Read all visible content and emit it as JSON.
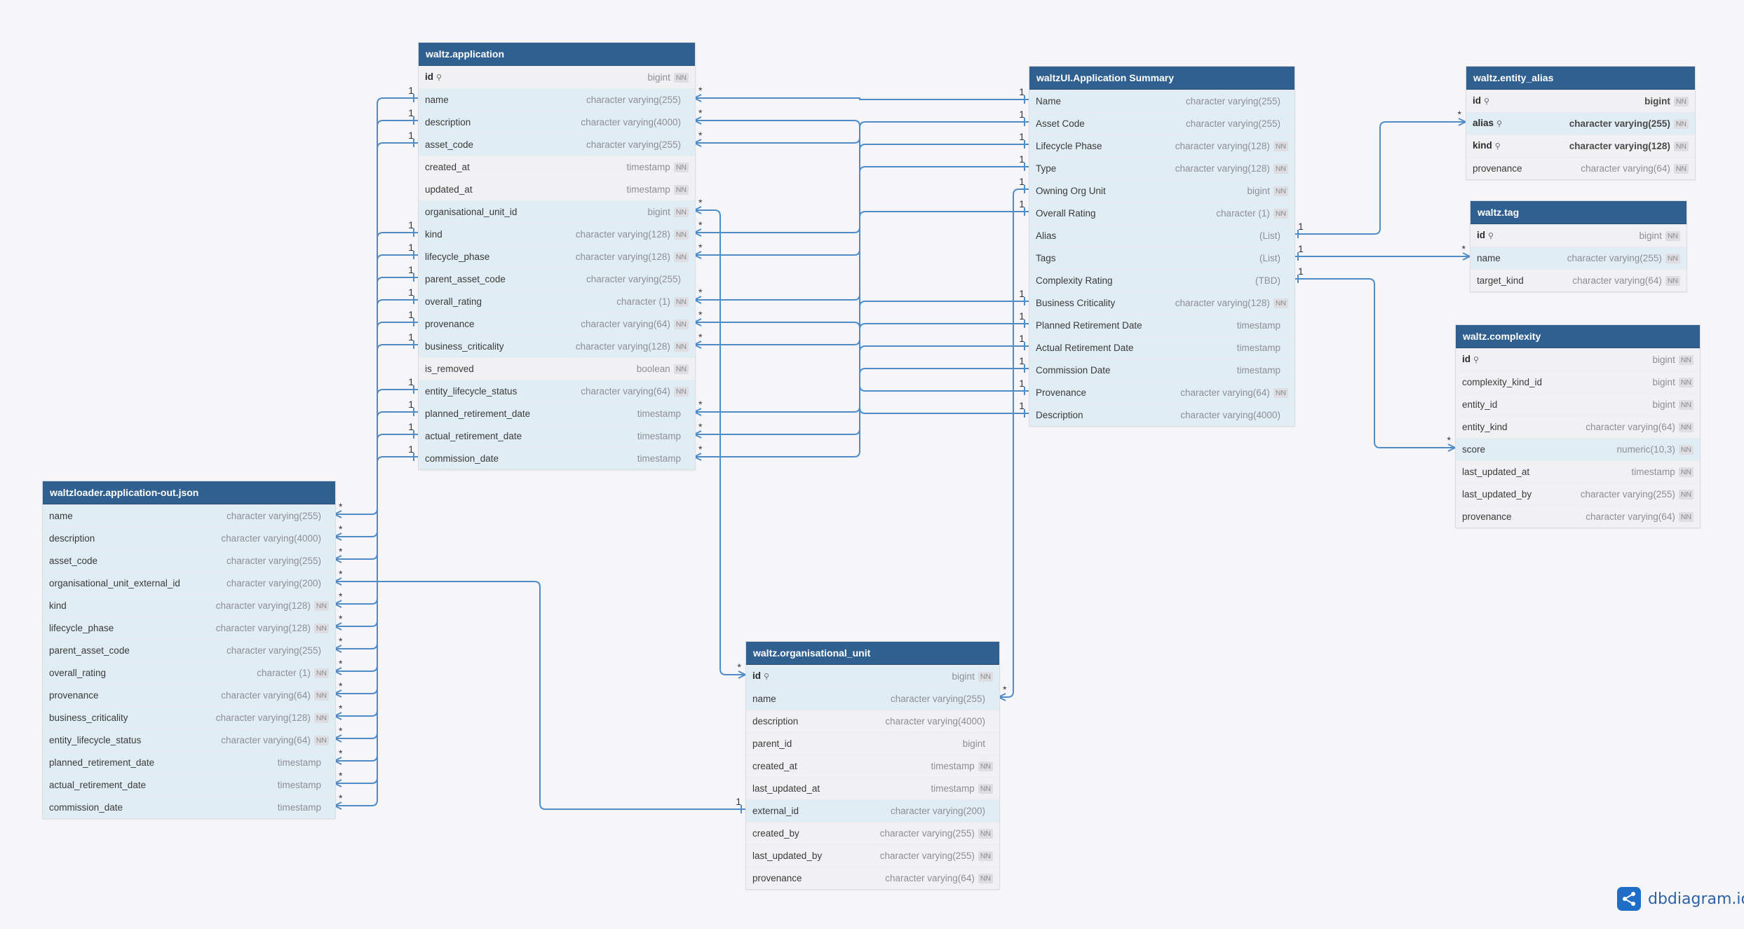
{
  "tables": [
    {
      "title": "waltz.application",
      "fields": [
        {
          "name": "id",
          "type": "bigint",
          "nn": true,
          "pk": true
        },
        {
          "name": "name",
          "type": "character varying(255)",
          "nn": false,
          "linked": true
        },
        {
          "name": "description",
          "type": "character varying(4000)",
          "nn": false,
          "linked": true
        },
        {
          "name": "asset_code",
          "type": "character varying(255)",
          "nn": false,
          "linked": true
        },
        {
          "name": "created_at",
          "type": "timestamp",
          "nn": true
        },
        {
          "name": "updated_at",
          "type": "timestamp",
          "nn": true
        },
        {
          "name": "organisational_unit_id",
          "type": "bigint",
          "nn": true,
          "linked": true
        },
        {
          "name": "kind",
          "type": "character varying(128)",
          "nn": true,
          "linked": true
        },
        {
          "name": "lifecycle_phase",
          "type": "character varying(128)",
          "nn": true,
          "linked": true
        },
        {
          "name": "parent_asset_code",
          "type": "character varying(255)",
          "nn": false,
          "linked": true
        },
        {
          "name": "overall_rating",
          "type": "character (1)",
          "nn": true,
          "linked": true
        },
        {
          "name": "provenance",
          "type": "character varying(64)",
          "nn": true,
          "linked": true
        },
        {
          "name": "business_criticality",
          "type": "character varying(128)",
          "nn": true,
          "linked": true
        },
        {
          "name": "is_removed",
          "type": "boolean",
          "nn": true
        },
        {
          "name": "entity_lifecycle_status",
          "type": "character varying(64)",
          "nn": true,
          "linked": true
        },
        {
          "name": "planned_retirement_date",
          "type": "timestamp",
          "nn": false,
          "linked": true
        },
        {
          "name": "actual_retirement_date",
          "type": "timestamp",
          "nn": false,
          "linked": true
        },
        {
          "name": "commission_date",
          "type": "timestamp",
          "nn": false,
          "linked": true
        }
      ]
    },
    {
      "title": "waltzUI.Application Summary",
      "fields": [
        {
          "name": "Name",
          "type": "character varying(255)",
          "nn": false,
          "linked": true
        },
        {
          "name": "Asset Code",
          "type": "character varying(255)",
          "nn": false,
          "linked": true
        },
        {
          "name": "Lifecycle Phase",
          "type": "character varying(128)",
          "nn": true,
          "linked": true
        },
        {
          "name": "Type",
          "type": "character varying(128)",
          "nn": true,
          "linked": true
        },
        {
          "name": "Owning Org Unit",
          "type": "bigint",
          "nn": true,
          "linked": true
        },
        {
          "name": "Overall Rating",
          "type": "character (1)",
          "nn": true,
          "linked": true
        },
        {
          "name": "Alias",
          "type": "(List)",
          "nn": false,
          "linked": true
        },
        {
          "name": "Tags",
          "type": "(List)",
          "nn": false,
          "linked": true
        },
        {
          "name": "Complexity Rating",
          "type": "(TBD)",
          "nn": false,
          "linked": true
        },
        {
          "name": "Business Criticality",
          "type": "character varying(128)",
          "nn": true,
          "linked": true
        },
        {
          "name": "Planned Retirement Date",
          "type": "timestamp",
          "nn": false,
          "linked": true
        },
        {
          "name": "Actual Retirement Date",
          "type": "timestamp",
          "nn": false,
          "linked": true
        },
        {
          "name": "Commission Date",
          "type": "timestamp",
          "nn": false,
          "linked": true
        },
        {
          "name": "Provenance",
          "type": "character varying(64)",
          "nn": true,
          "linked": true
        },
        {
          "name": "Description",
          "type": "character varying(4000)",
          "nn": false,
          "linked": true
        }
      ]
    },
    {
      "title": "waltz.entity_alias",
      "fields": [
        {
          "name": "id",
          "type": "bigint",
          "nn": true,
          "pk": true
        },
        {
          "name": "alias",
          "type": "character varying(255)",
          "nn": true,
          "pk": true,
          "linked": true
        },
        {
          "name": "kind",
          "type": "character varying(128)",
          "nn": true,
          "pk": true
        },
        {
          "name": "provenance",
          "type": "character varying(64)",
          "nn": true
        }
      ]
    },
    {
      "title": "waltz.tag",
      "fields": [
        {
          "name": "id",
          "type": "bigint",
          "nn": true,
          "pk": true
        },
        {
          "name": "name",
          "type": "character varying(255)",
          "nn": true,
          "linked": true
        },
        {
          "name": "target_kind",
          "type": "character varying(64)",
          "nn": true
        }
      ]
    },
    {
      "title": "waltz.complexity",
      "fields": [
        {
          "name": "id",
          "type": "bigint",
          "nn": true,
          "pk": true
        },
        {
          "name": "complexity_kind_id",
          "type": "bigint",
          "nn": true
        },
        {
          "name": "entity_id",
          "type": "bigint",
          "nn": true
        },
        {
          "name": "entity_kind",
          "type": "character varying(64)",
          "nn": true
        },
        {
          "name": "score",
          "type": "numeric(10,3)",
          "nn": true,
          "linked": true
        },
        {
          "name": "last_updated_at",
          "type": "timestamp",
          "nn": true
        },
        {
          "name": "last_updated_by",
          "type": "character varying(255)",
          "nn": true
        },
        {
          "name": "provenance",
          "type": "character varying(64)",
          "nn": true
        }
      ]
    },
    {
      "title": "waltzloader.application-out.json",
      "fields": [
        {
          "name": "name",
          "type": "character varying(255)",
          "nn": false,
          "linked": true
        },
        {
          "name": "description",
          "type": "character varying(4000)",
          "nn": false,
          "linked": true
        },
        {
          "name": "asset_code",
          "type": "character varying(255)",
          "nn": false,
          "linked": true
        },
        {
          "name": "organisational_unit_external_id",
          "type": "character varying(200)",
          "nn": false,
          "linked": true
        },
        {
          "name": "kind",
          "type": "character varying(128)",
          "nn": true,
          "linked": true
        },
        {
          "name": "lifecycle_phase",
          "type": "character varying(128)",
          "nn": true,
          "linked": true
        },
        {
          "name": "parent_asset_code",
          "type": "character varying(255)",
          "nn": false,
          "linked": true
        },
        {
          "name": "overall_rating",
          "type": "character (1)",
          "nn": true,
          "linked": true
        },
        {
          "name": "provenance",
          "type": "character varying(64)",
          "nn": true,
          "linked": true
        },
        {
          "name": "business_criticality",
          "type": "character varying(128)",
          "nn": true,
          "linked": true
        },
        {
          "name": "entity_lifecycle_status",
          "type": "character varying(64)",
          "nn": true,
          "linked": true
        },
        {
          "name": "planned_retirement_date",
          "type": "timestamp",
          "nn": false,
          "linked": true
        },
        {
          "name": "actual_retirement_date",
          "type": "timestamp",
          "nn": false,
          "linked": true
        },
        {
          "name": "commission_date",
          "type": "timestamp",
          "nn": false,
          "linked": true
        }
      ]
    },
    {
      "title": "waltz.organisational_unit",
      "fields": [
        {
          "name": "id",
          "type": "bigint",
          "nn": true,
          "pk": true,
          "linked": true
        },
        {
          "name": "name",
          "type": "character varying(255)",
          "nn": false,
          "linked": true
        },
        {
          "name": "description",
          "type": "character varying(4000)",
          "nn": false
        },
        {
          "name": "parent_id",
          "type": "bigint",
          "nn": false
        },
        {
          "name": "created_at",
          "type": "timestamp",
          "nn": true
        },
        {
          "name": "last_updated_at",
          "type": "timestamp",
          "nn": true
        },
        {
          "name": "external_id",
          "type": "character varying(200)",
          "nn": false,
          "linked": true
        },
        {
          "name": "created_by",
          "type": "character varying(255)",
          "nn": true
        },
        {
          "name": "last_updated_by",
          "type": "character varying(255)",
          "nn": true
        },
        {
          "name": "provenance",
          "type": "character varying(64)",
          "nn": true
        }
      ]
    }
  ],
  "relations": [
    {
      "from": [
        5,
        0
      ],
      "to": [
        0,
        1
      ],
      "from_card": "*",
      "to_card": "1"
    },
    {
      "from": [
        5,
        1
      ],
      "to": [
        0,
        2
      ],
      "from_card": "*",
      "to_card": "1"
    },
    {
      "from": [
        5,
        2
      ],
      "to": [
        0,
        3
      ],
      "from_card": "*",
      "to_card": "1"
    },
    {
      "from": [
        5,
        4
      ],
      "to": [
        0,
        7
      ],
      "from_card": "*",
      "to_card": "1"
    },
    {
      "from": [
        5,
        5
      ],
      "to": [
        0,
        8
      ],
      "from_card": "*",
      "to_card": "1"
    },
    {
      "from": [
        5,
        6
      ],
      "to": [
        0,
        9
      ],
      "from_card": "*",
      "to_card": "1"
    },
    {
      "from": [
        5,
        7
      ],
      "to": [
        0,
        10
      ],
      "from_card": "*",
      "to_card": "1"
    },
    {
      "from": [
        5,
        8
      ],
      "to": [
        0,
        11
      ],
      "from_card": "*",
      "to_card": "1"
    },
    {
      "from": [
        5,
        9
      ],
      "to": [
        0,
        12
      ],
      "from_card": "*",
      "to_card": "1"
    },
    {
      "from": [
        5,
        10
      ],
      "to": [
        0,
        14
      ],
      "from_card": "*",
      "to_card": "1"
    },
    {
      "from": [
        5,
        11
      ],
      "to": [
        0,
        15
      ],
      "from_card": "*",
      "to_card": "1"
    },
    {
      "from": [
        5,
        12
      ],
      "to": [
        0,
        16
      ],
      "from_card": "*",
      "to_card": "1"
    },
    {
      "from": [
        5,
        13
      ],
      "to": [
        0,
        17
      ],
      "from_card": "*",
      "to_card": "1"
    },
    {
      "from": [
        5,
        3
      ],
      "to": [
        6,
        6
      ],
      "from_card": "*",
      "to_card": "1"
    },
    {
      "from": [
        0,
        6
      ],
      "to": [
        6,
        0
      ],
      "from_card": "*",
      "to_card": "*"
    },
    {
      "from": [
        0,
        1
      ],
      "to": [
        1,
        0
      ],
      "from_card": "*",
      "to_card": "1"
    },
    {
      "from": [
        0,
        2
      ],
      "to": [
        1,
        14
      ],
      "from_card": "*",
      "to_card": "1"
    },
    {
      "from": [
        0,
        3
      ],
      "to": [
        1,
        1
      ],
      "from_card": "*",
      "to_card": "1"
    },
    {
      "from": [
        0,
        7
      ],
      "to": [
        1,
        3
      ],
      "from_card": "*",
      "to_card": "1"
    },
    {
      "from": [
        0,
        8
      ],
      "to": [
        1,
        2
      ],
      "from_card": "*",
      "to_card": "1"
    },
    {
      "from": [
        0,
        10
      ],
      "to": [
        1,
        5
      ],
      "from_card": "*",
      "to_card": "1"
    },
    {
      "from": [
        0,
        11
      ],
      "to": [
        1,
        13
      ],
      "from_card": "*",
      "to_card": "1"
    },
    {
      "from": [
        0,
        12
      ],
      "to": [
        1,
        9
      ],
      "from_card": "*",
      "to_card": "1"
    },
    {
      "from": [
        0,
        15
      ],
      "to": [
        1,
        10
      ],
      "from_card": "*",
      "to_card": "1"
    },
    {
      "from": [
        0,
        16
      ],
      "to": [
        1,
        11
      ],
      "from_card": "*",
      "to_card": "1"
    },
    {
      "from": [
        0,
        17
      ],
      "to": [
        1,
        12
      ],
      "from_card": "*",
      "to_card": "1"
    },
    {
      "from": [
        6,
        1
      ],
      "to": [
        1,
        4
      ],
      "from_card": "*",
      "to_card": "1"
    },
    {
      "from": [
        1,
        6
      ],
      "to": [
        2,
        1
      ],
      "from_card": "1",
      "to_card": "*"
    },
    {
      "from": [
        1,
        7
      ],
      "to": [
        3,
        1
      ],
      "from_card": "1",
      "to_card": "*"
    },
    {
      "from": [
        1,
        8
      ],
      "to": [
        4,
        4
      ],
      "from_card": "1",
      "to_card": "*"
    }
  ],
  "nn_label": "NN",
  "colors": {
    "header": "#2f6090",
    "line": "#4f8cc8",
    "linked_row": "#e1edf5"
  },
  "logo": {
    "text": "dbdiagram.io",
    "icon": "dbdiagram-logo-icon"
  }
}
